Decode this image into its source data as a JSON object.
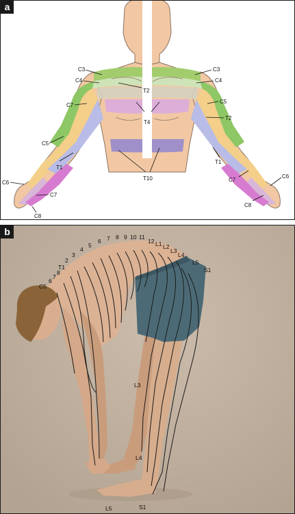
{
  "panels": {
    "a": {
      "tag": "a"
    },
    "b": {
      "tag": "b"
    }
  },
  "panel_a": {
    "labels": {
      "c3_left": "C3",
      "c4_left": "C4",
      "t2_center": "T2",
      "c7_left": "C7",
      "t4_center": "T4",
      "c5_left": "C5",
      "t1_left": "T1",
      "t10_center": "T10",
      "c6_left": "C6",
      "c7_left_hand": "C7",
      "c8_left": "C8",
      "c3_right": "C3",
      "c4_right": "C4",
      "c5_right": "C5",
      "t2_right": "T2",
      "t1_right": "T1",
      "c7_right": "C7",
      "c6_right": "C6",
      "c8_right": "C8"
    },
    "colors": {
      "c3": "#a3cc6d",
      "c4": "#cfe3b8",
      "c5": "#8ec765",
      "c6": "#d8b7d8",
      "c7": "#f3cf8a",
      "c8": "#d77bd0",
      "t1": "#b8bce6",
      "t2": "#d5d0c0",
      "t4": "#dcaed8",
      "t10": "#9f90c9",
      "skin": "#f1c8a3",
      "outline": "#8a7262"
    }
  },
  "panel_b": {
    "labels": {
      "c5": "C5",
      "c6": "6",
      "c7": "7",
      "c8": "8",
      "t1": "T1",
      "t2": "2",
      "t3": "3",
      "t4": "4",
      "t5": "5",
      "t6": "6",
      "t7": "7",
      "t8": "8",
      "t9": "9",
      "t10": "10",
      "t11": "11",
      "t12": "12",
      "l1": "L1",
      "l2": "L2",
      "l3": "L3",
      "l4": "L4",
      "l5": "L5",
      "s1": "S1",
      "l3_leg": "L3",
      "l4_leg": "L4",
      "l5_foot": "L5",
      "s1_foot": "S1"
    }
  }
}
